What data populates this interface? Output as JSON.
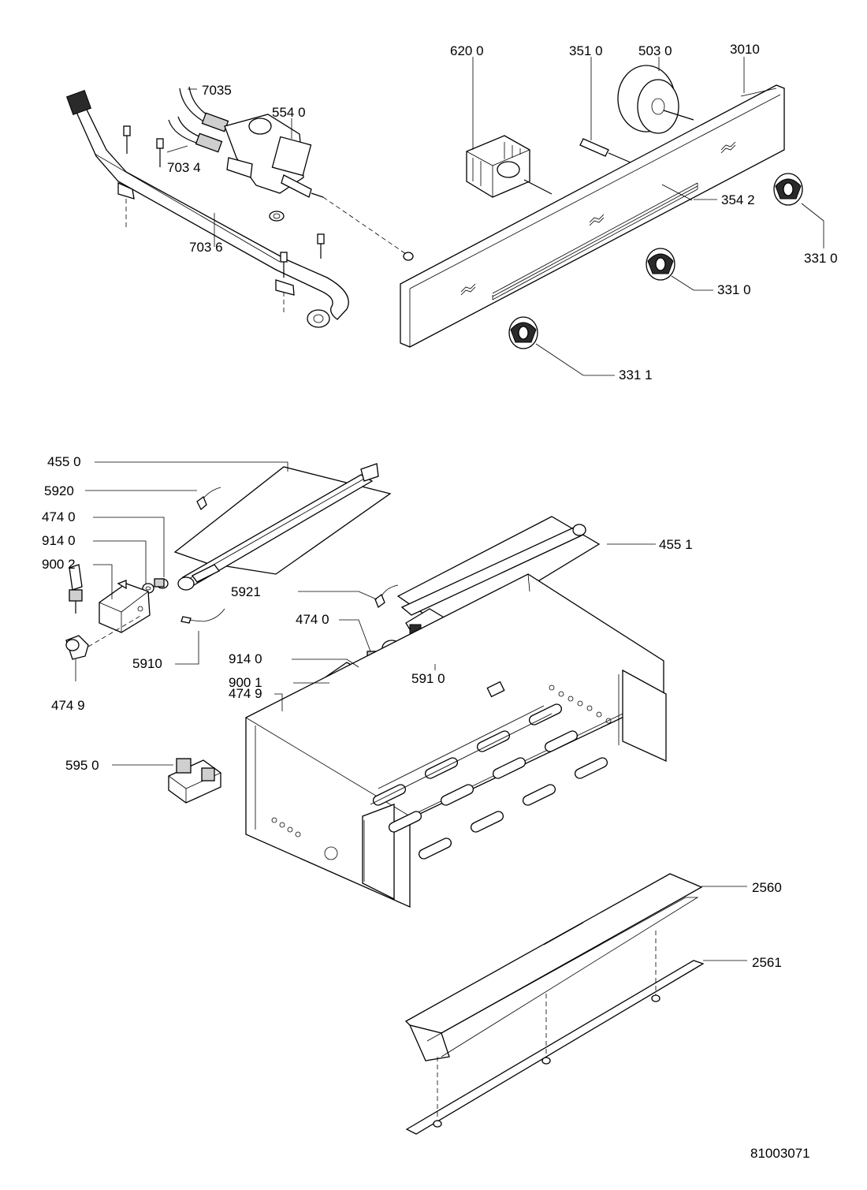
{
  "diagram": {
    "drawing_number": "81003071",
    "callouts": [
      {
        "id": "c6200",
        "text": "620 0"
      },
      {
        "id": "c3510",
        "text": "351 0"
      },
      {
        "id": "c5030",
        "text": "503 0"
      },
      {
        "id": "c3010",
        "text": "3010"
      },
      {
        "id": "c7035",
        "text": "7035"
      },
      {
        "id": "c5540",
        "text": "554 0"
      },
      {
        "id": "c7034",
        "text": "703 4"
      },
      {
        "id": "c7036",
        "text": "703 6"
      },
      {
        "id": "c3542",
        "text": "354 2"
      },
      {
        "id": "c3310a",
        "text": "331 0"
      },
      {
        "id": "c3310b",
        "text": "331 0"
      },
      {
        "id": "c3311",
        "text": "331 1"
      },
      {
        "id": "c4550",
        "text": "455 0"
      },
      {
        "id": "c5920",
        "text": "5920"
      },
      {
        "id": "c4740a",
        "text": "474 0"
      },
      {
        "id": "c9140a",
        "text": "914 0"
      },
      {
        "id": "c9002",
        "text": "900 2"
      },
      {
        "id": "c4551",
        "text": "455 1"
      },
      {
        "id": "c5921",
        "text": "5921"
      },
      {
        "id": "c4740b",
        "text": "474 0"
      },
      {
        "id": "c9140b",
        "text": "914 0"
      },
      {
        "id": "c9001",
        "text": "900 1"
      },
      {
        "id": "c5910a",
        "text": "5910"
      },
      {
        "id": "c5910b",
        "text": "591 0"
      },
      {
        "id": "c4749a",
        "text": "474 9"
      },
      {
        "id": "c4749b",
        "text": "474 9"
      },
      {
        "id": "c5950",
        "text": "595 0"
      },
      {
        "id": "c2560",
        "text": "2560"
      },
      {
        "id": "c2561",
        "text": "2561"
      }
    ]
  }
}
